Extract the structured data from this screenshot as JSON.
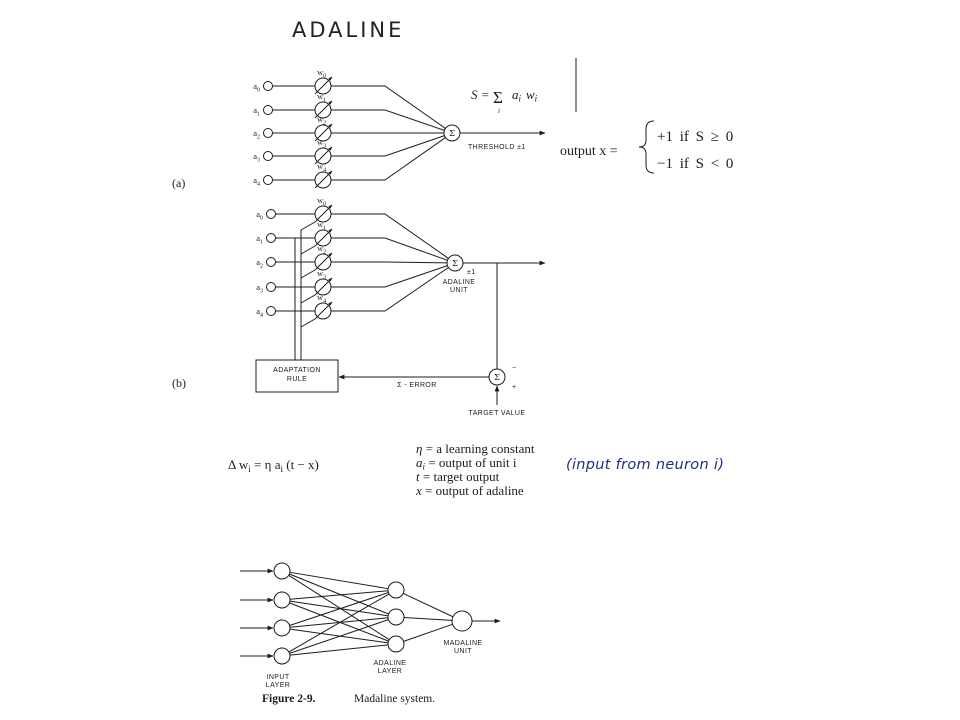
{
  "title": "ADALINE",
  "diagram_a": {
    "panel_label": "(a)",
    "inputs": [
      {
        "var": "a",
        "idx": "0"
      },
      {
        "var": "a",
        "idx": "1"
      },
      {
        "var": "a",
        "idx": "2"
      },
      {
        "var": "a",
        "idx": "3"
      },
      {
        "var": "a",
        "idx": "4"
      }
    ],
    "weights": [
      {
        "var": "w",
        "idx": "0"
      },
      {
        "var": "w",
        "idx": "1"
      },
      {
        "var": "w",
        "idx": "2"
      },
      {
        "var": "w",
        "idx": "3"
      },
      {
        "var": "w",
        "idx": "4"
      }
    ],
    "sum_symbol": "Σ",
    "threshold_label": "THRESHOLD ±1",
    "sum_formula": {
      "lhs": "S =",
      "sigma": "Σ",
      "sigma_sub": "i",
      "terms": [
        {
          "text": "a",
          "sub": "i"
        },
        {
          "text": "w",
          "sub": "i"
        }
      ]
    },
    "output": {
      "label": "output x =",
      "case_pos": "+1 if S ≥ 0",
      "case_neg": "−1 if S < 0"
    }
  },
  "diagram_b": {
    "panel_label": "(b)",
    "inputs": [
      {
        "var": "a",
        "idx": "0"
      },
      {
        "var": "a",
        "idx": "1"
      },
      {
        "var": "a",
        "idx": "2"
      },
      {
        "var": "a",
        "idx": "3"
      },
      {
        "var": "a",
        "idx": "4"
      }
    ],
    "weights": [
      {
        "var": "w",
        "idx": "0"
      },
      {
        "var": "w",
        "idx": "1"
      },
      {
        "var": "w",
        "idx": "2"
      },
      {
        "var": "w",
        "idx": "3"
      },
      {
        "var": "w",
        "idx": "4"
      }
    ],
    "sum_symbol": "Σ",
    "quantizer_label": "±1",
    "unit_label": [
      "ADALINE",
      "UNIT"
    ],
    "error_sum_symbol": "Σ",
    "minus_sign": "−",
    "plus_sign": "+",
    "error_label": "Σ - ERROR",
    "adaptation_rule": [
      "ADAPTATION",
      "RULE"
    ],
    "target_label": "TARGET VALUE"
  },
  "learning_rule": {
    "equation": [
      {
        "text": "Δ w",
        "sub": "i"
      },
      {
        "text": " = η a",
        "sub": "i"
      },
      {
        "text": " (t − x)"
      }
    ],
    "legend": [
      {
        "sym": "η",
        "text": " = a learning constant"
      },
      {
        "sym": "a",
        "sub": "i",
        "text": " = output of unit i"
      },
      {
        "sym": "t",
        "text": " = target output"
      },
      {
        "sym": "x",
        "text": " = output of adaline"
      }
    ],
    "handwritten_note": "(input from neuron i)"
  },
  "madaline": {
    "input_layer_label": [
      "INPUT",
      "LAYER"
    ],
    "adaline_layer_label": [
      "ADALINE",
      "LAYER"
    ],
    "madaline_unit_label": [
      "MADALINE",
      "UNIT"
    ],
    "figure_number": "Figure 2-9.",
    "caption": "Madaline system."
  }
}
